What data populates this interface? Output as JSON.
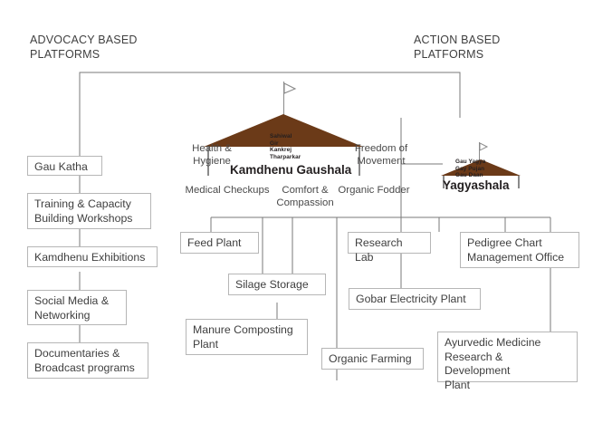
{
  "headers": {
    "left": "ADVOCACY BASED\nPLATFORMS",
    "right": "ACTION BASED\nPLATFORMS"
  },
  "colors": {
    "roof": "#6b3a18",
    "line": "#7a7a7a",
    "box_border": "#b6b6b6",
    "text": "#3f3f3f"
  },
  "advocacy_nodes": [
    {
      "label": "Gau Katha"
    },
    {
      "label": "Training & Capacity\nBuilding Workshops"
    },
    {
      "label": "Kamdhenu Exhibitions"
    },
    {
      "label": "Social Media &\nNetworking"
    },
    {
      "label": "Documentaries &\nBroadcast programs"
    }
  ],
  "gaushala": {
    "name": "Kamdhenu Gaushala",
    "breeds": "Sahiwal\nGir\nKankrej\nTharparkar",
    "attributes": [
      {
        "label": "Health &\nHygiene"
      },
      {
        "label": "Freedom of\nMovement"
      },
      {
        "label": "Medical Checkups"
      },
      {
        "label": "Comfort &\nCompassion"
      },
      {
        "label": "Organic Fodder"
      }
    ]
  },
  "yagyashala": {
    "name": "Yagyashala",
    "activities": "Gau Yagya\nGay Pujan\nGau Daan"
  },
  "action_nodes": [
    {
      "label": "Feed Plant"
    },
    {
      "label": "Silage Storage"
    },
    {
      "label": "Manure Composting\nPlant"
    },
    {
      "label": "Research Lab"
    },
    {
      "label": "Gobar Electricity Plant"
    },
    {
      "label": "Organic Farming"
    },
    {
      "label": "Pedigree Chart\nManagement Office"
    },
    {
      "label": "Ayurvedic Medicine\nResearch & Development\nPlant"
    }
  ]
}
